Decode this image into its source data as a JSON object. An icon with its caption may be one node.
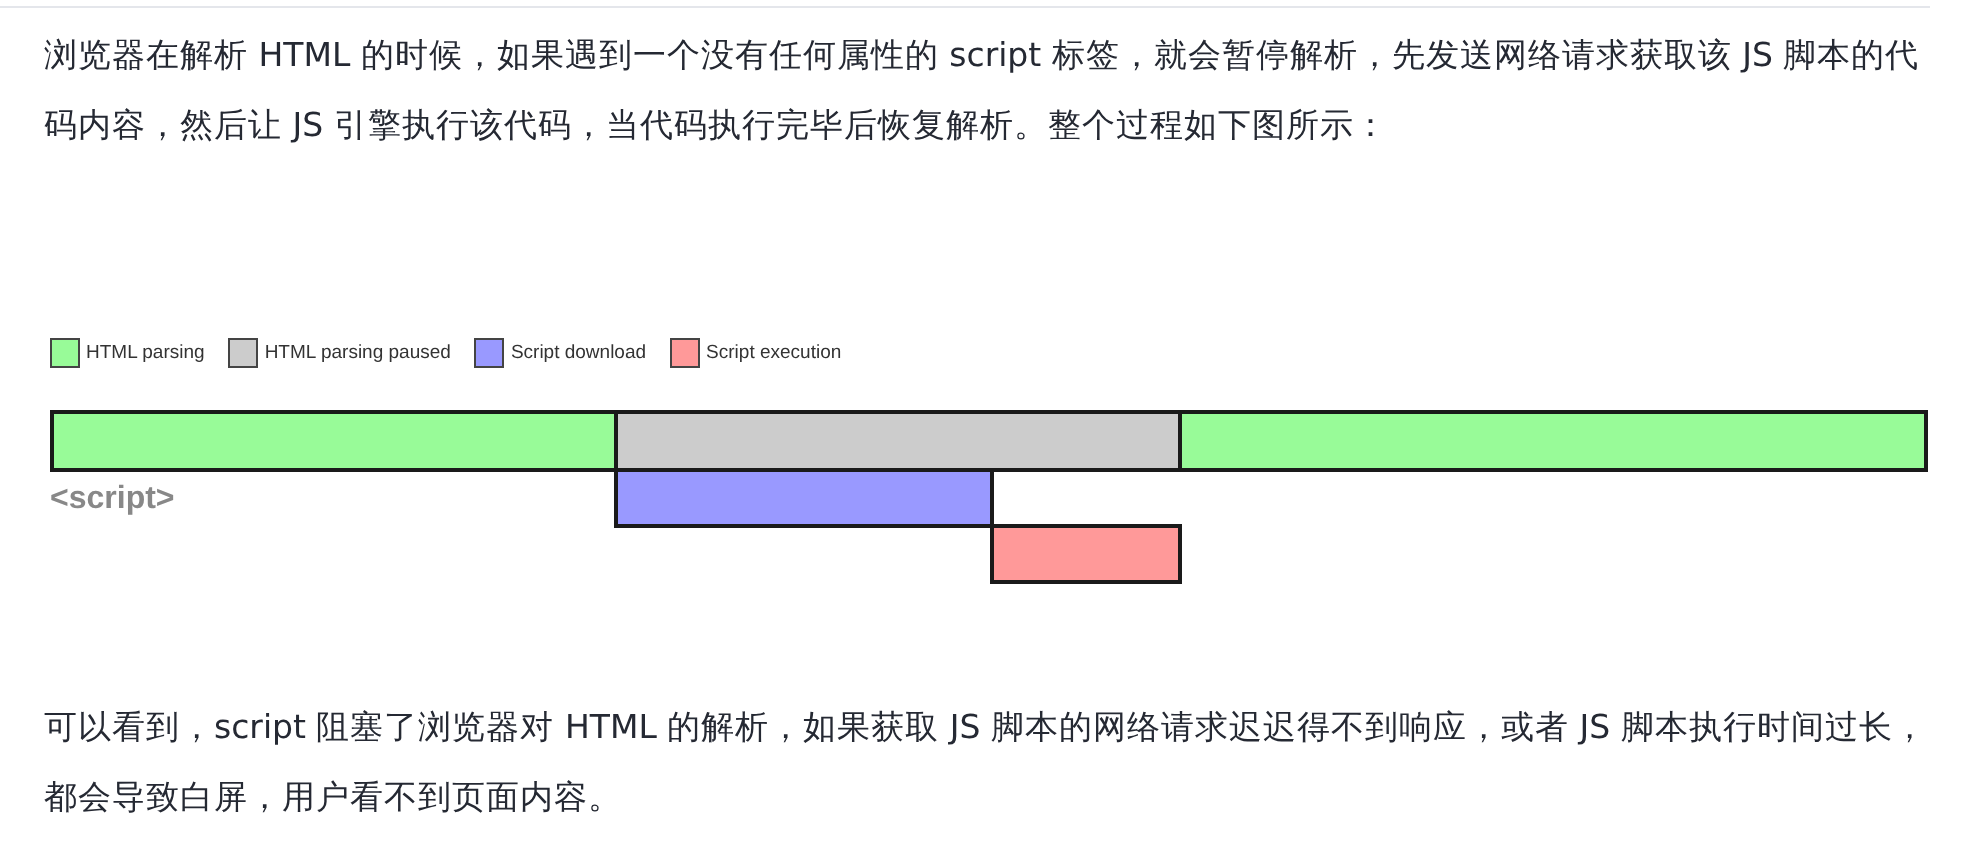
{
  "diagram": {
    "nodes": [
      {
        "text": [],
        "shape": "bar"
      },
      {
        "text": [],
        "shape": "bar"
      },
      {
        "text": [],
        "shape": "bar"
      },
      {
        "text": [],
        "shape": "bar"
      },
      {
        "text": [],
        "shape": "bar"
      }
    ],
    "edges": [],
    "labels": [
      "浏览器在解析 HTML 的时候，如果遇到一个没有任何属性的 script 标签，就会暂停解析，先发送网络请求获取该 JS 脚本的代码内容，然后让 JS 引擎执行该代码，当代码执行完毕后恢复解析。整个过程如下图所示：",
      "<script>",
      "可以看到，script 阻塞了浏览器对 HTML 的解析，如果获取 JS 脚本的网络请求迟迟得不到响应，或者 JS 脚本执行时间过长，都会导致白屏，用户看不到页面内容。"
    ],
    "legend": [
      {
        "text": "HTML parsing",
        "color": "#98fb98"
      },
      {
        "text": "HTML parsing paused",
        "color": "#cccccc"
      },
      {
        "text": "Script download",
        "color": "#9999ff"
      },
      {
        "text": "Script execution",
        "color": "#ff9999"
      }
    ]
  }
}
